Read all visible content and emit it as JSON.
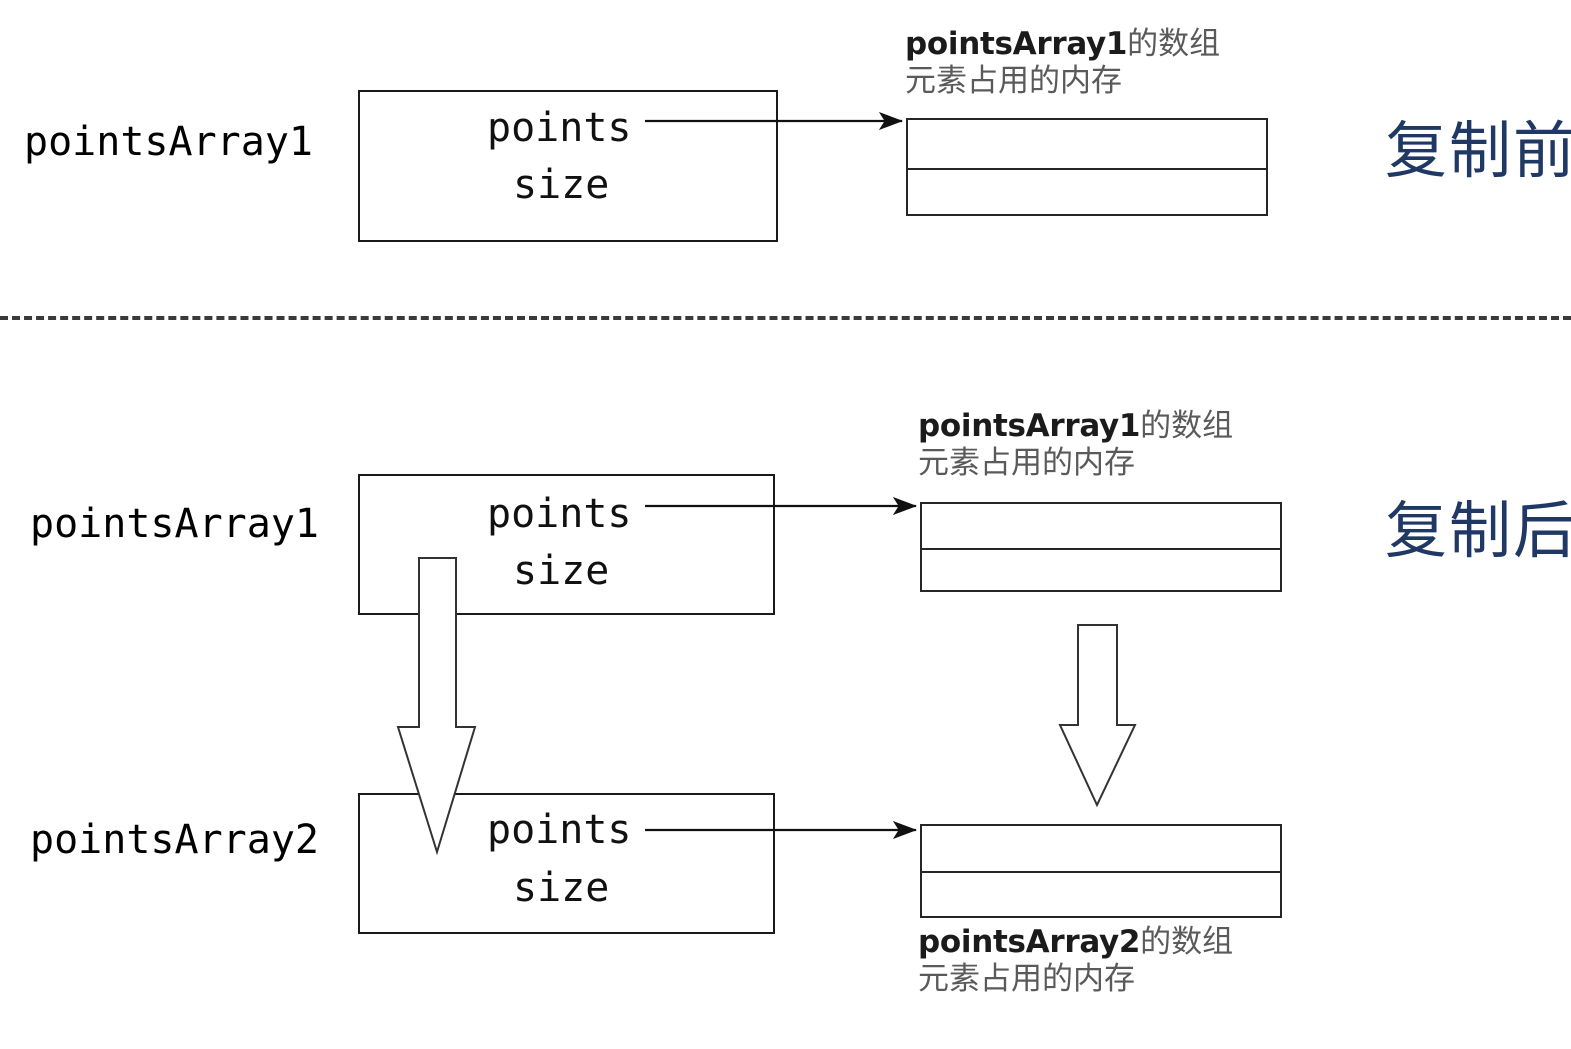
{
  "diagram": {
    "title_before": "复制前",
    "title_after": "复制后",
    "colors": {
      "stage_label": "#1F3864",
      "box_stroke": "#1a1a1a",
      "annotation_code": "#1b1b1b",
      "annotation_cjk": "#5a5a5a",
      "divider": "#3a3a3a"
    }
  },
  "before": {
    "variable_label": "pointsArray1",
    "fields": [
      "points",
      "size"
    ],
    "memory_annotation": {
      "code": "pointsArray1",
      "cjk_line1": "的数组",
      "cjk_line2": "元素占用的内存"
    }
  },
  "after": {
    "variable_label_1": "pointsArray1",
    "variable_label_2": "pointsArray2",
    "fields_1": [
      "points",
      "size"
    ],
    "fields_2": [
      "points",
      "size"
    ],
    "memory_annotation_1": {
      "code": "pointsArray1",
      "cjk_line1": "的数组",
      "cjk_line2": "元素占用的内存"
    },
    "memory_annotation_2": {
      "code": "pointsArray2",
      "cjk_line1": "的数组",
      "cjk_line2": "元素占用的内存"
    }
  }
}
